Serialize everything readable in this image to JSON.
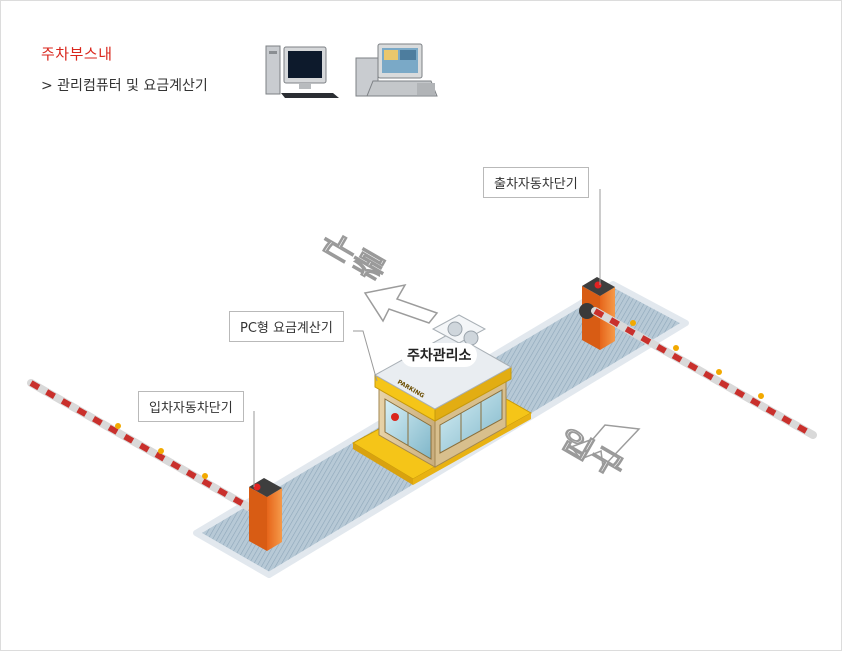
{
  "header": {
    "title": "주차부스내",
    "subtitle": "> 관리컴퓨터 및 요금계산기"
  },
  "labels": {
    "exit_gate": "출차자동차단기",
    "entry_gate": "입차자동차단기",
    "pc_calculator": "PC형 요금계산기",
    "booth": "주차관리소",
    "booth_sign": "PARKING"
  },
  "road": {
    "exit_text": "출구",
    "entry_text": "입구"
  },
  "icons": [
    "desktop-computer-icon",
    "fee-calculator-terminal-icon"
  ],
  "colors": {
    "title_red": "#d9261c",
    "gate_orange": "#f07a22",
    "booth_yellow": "#f5c518",
    "lane_blue": "#9fb6c8"
  }
}
